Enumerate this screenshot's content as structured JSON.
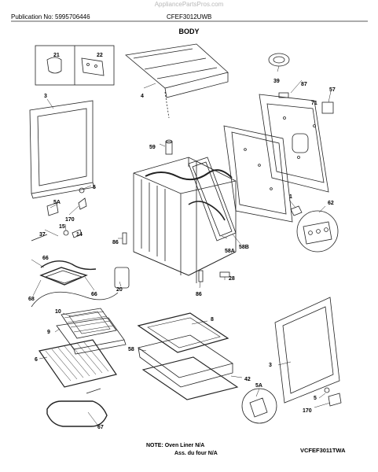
{
  "header": {
    "watermark": "AppliancePartsPros.com",
    "publication": "Publication No: 5995706446",
    "model": "CFEF3012UWB",
    "section_title": "BODY"
  },
  "callouts": [
    "21",
    "22",
    "4",
    "39",
    "87",
    "71",
    "57",
    "3",
    "59",
    "5",
    "5A",
    "1",
    "62",
    "170",
    "37",
    "15",
    "14",
    "86",
    "58A",
    "58B",
    "66",
    "20",
    "28",
    "66",
    "68",
    "86",
    "10",
    "9",
    "8",
    "6",
    "58",
    "42",
    "3",
    "5",
    "170",
    "5A",
    "67"
  ],
  "footer": {
    "note_line1": "NOTE: Oven Liner N/A",
    "note_line2": "Ass. du four N/A",
    "drawing_code": "VCFEF3011TWA"
  }
}
